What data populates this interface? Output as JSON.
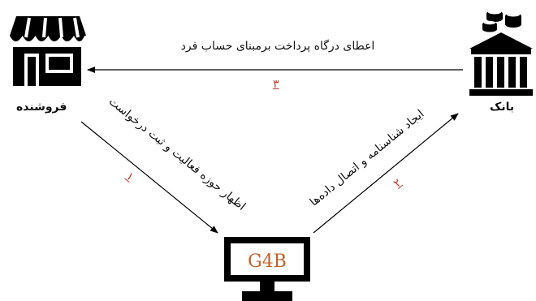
{
  "nodes": {
    "seller": {
      "label": "فروشنده",
      "icon": "storefront-icon"
    },
    "bank": {
      "label": "بانک",
      "icon": "bank-icon"
    },
    "g4b": {
      "label": "G4B",
      "icon": "monitor-icon"
    }
  },
  "edges": {
    "seller_to_g4b": {
      "label": "اظهار حوزه فعالیت و ثبت درخواست",
      "step": "۱"
    },
    "g4b_to_bank": {
      "label": "ایجاد شناسنامه و اتصال داده‌ها",
      "step": "۲"
    },
    "bank_to_seller": {
      "label": "اعطای درگاه پرداخت برمبنای حساب فرد",
      "step": "۳"
    }
  },
  "colors": {
    "icon": "#000000",
    "step_number": "#c0392b",
    "g4b_text": "#c0622b"
  }
}
